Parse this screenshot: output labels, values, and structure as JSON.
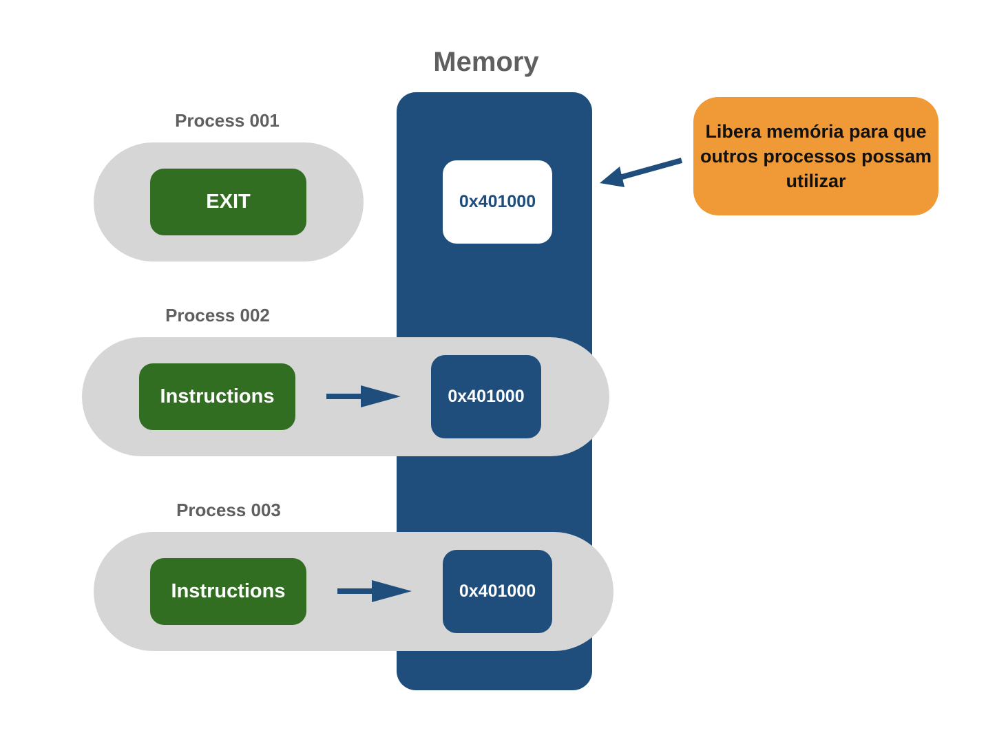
{
  "memory": {
    "title": "Memory",
    "color": "#1f4e7c"
  },
  "processes": [
    {
      "label": "Process 001",
      "action": "EXIT",
      "address": "0x401000",
      "address_state": "freed"
    },
    {
      "label": "Process 002",
      "action": "Instructions",
      "address": "0x401000",
      "address_state": "allocated"
    },
    {
      "label": "Process 003",
      "action": "Instructions",
      "address": "0x401000",
      "address_state": "allocated"
    }
  ],
  "note": {
    "text": "Libera memória para que outros processos possam utilizar",
    "color": "#f09a37"
  },
  "colors": {
    "process_pill": "#d6d6d6",
    "action_box": "#316e22",
    "label_text": "#5f5f5f"
  }
}
